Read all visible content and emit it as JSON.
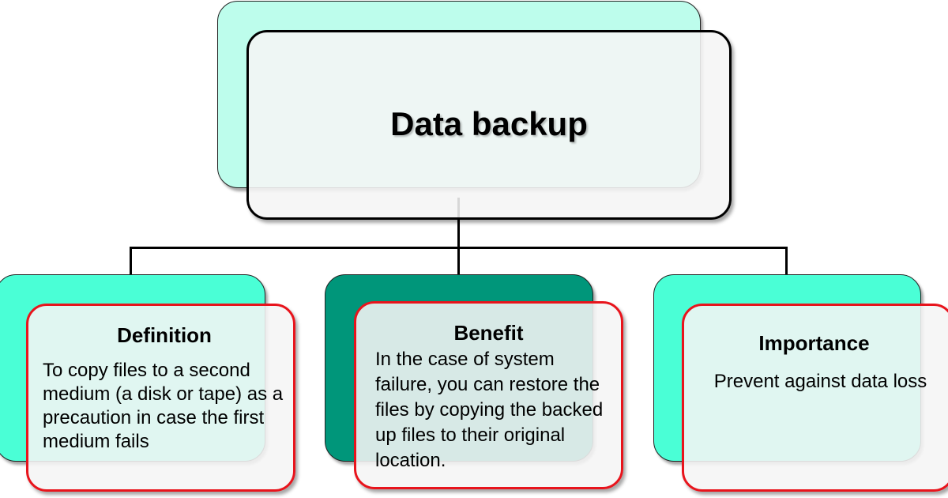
{
  "root": {
    "title": "Data backup"
  },
  "children": [
    {
      "title": "Definition",
      "text": "To copy files to a second medium (a disk or tape) as a precaution in case the first medium fails"
    },
    {
      "title": "Benefit",
      "text": "In the case of system failure, you can restore the files by copying the backed up files to their original location."
    },
    {
      "title": "Importance",
      "text": "Prevent against data loss"
    }
  ],
  "colors": {
    "root_back": "#bdfdec",
    "child_back": "#4affd6",
    "child_back_middle": "#00967a",
    "root_border": "#000000",
    "child_border": "#e8141c"
  }
}
